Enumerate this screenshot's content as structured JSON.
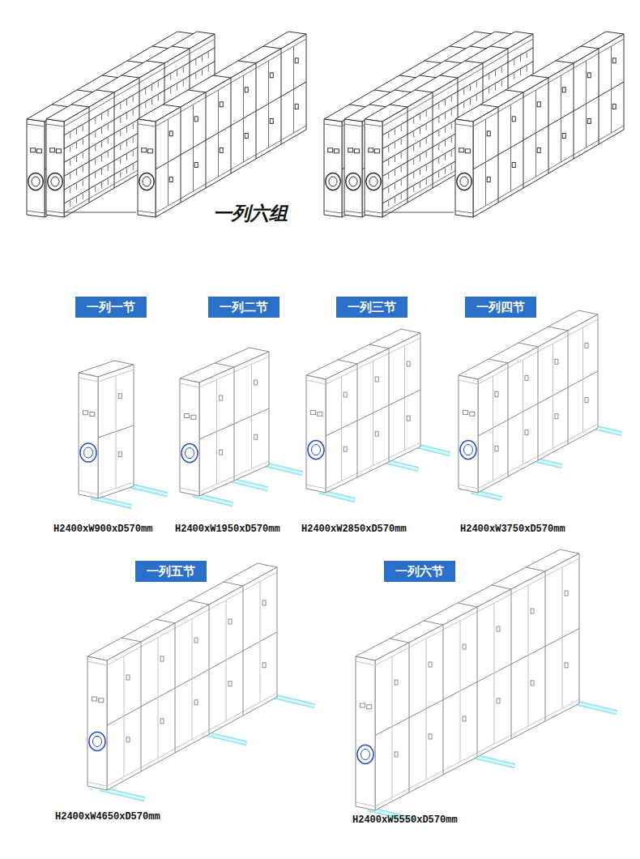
{
  "diagram": {
    "nodes": [
      {
        "text": [
          "一列一节"
        ]
      },
      {
        "text": [
          "一列二节"
        ]
      },
      {
        "text": [
          "一列三节"
        ]
      },
      {
        "text": [
          "一列四节"
        ]
      },
      {
        "text": [
          "一列五节"
        ]
      },
      {
        "text": [
          "一列六节"
        ]
      }
    ],
    "labels": [
      "一列六组",
      "H2400xW900xD570mm",
      "H2400xW1950xD570mm",
      "H2400xW2850xD570mm",
      "H2400xW3750xD570mm",
      "H2400xW4650xD570mm",
      "H2400xW5550xD570mm"
    ]
  }
}
